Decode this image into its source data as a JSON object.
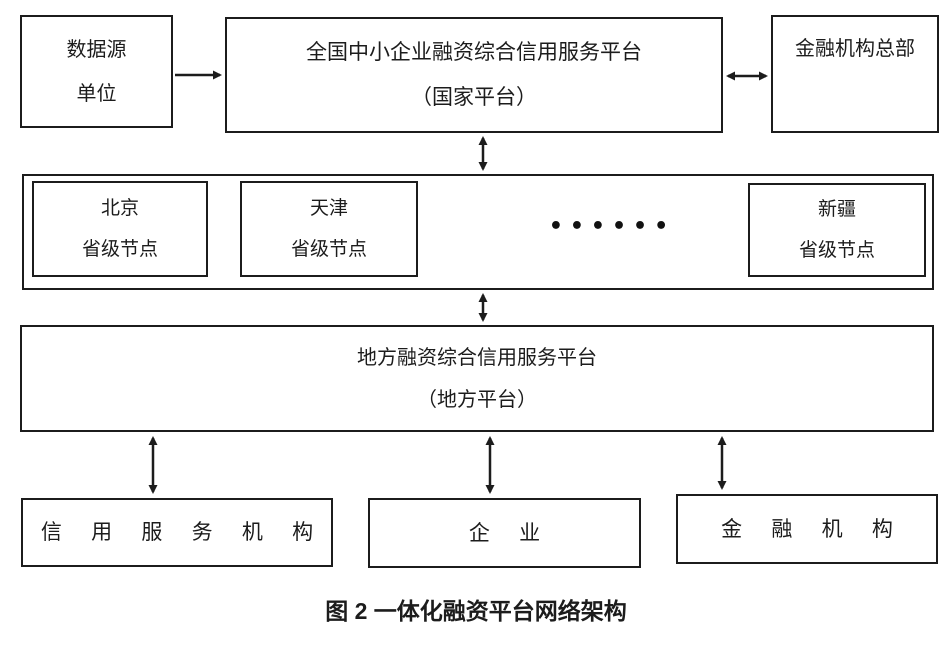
{
  "colors": {
    "line": "#1c1c1c",
    "background": "#ffffff"
  },
  "top_row": {
    "data_source": {
      "line1": "数据源",
      "line2": "单位"
    },
    "national_platform": {
      "line1": "全国中小企业融资综合信用服务平台",
      "line2": "（国家平台）"
    },
    "financial_hq": {
      "label": "金融机构总部"
    }
  },
  "province_row": {
    "beijing": {
      "line1": "北京",
      "line2": "省级节点"
    },
    "tianjin": {
      "line1": "天津",
      "line2": "省级节点"
    },
    "ellipsis": "••••••",
    "xinjiang": {
      "line1": "新疆",
      "line2": "省级节点"
    }
  },
  "local_platform": {
    "line1": "地方融资综合信用服务平台",
    "line2": "（地方平台）"
  },
  "bottom_row": {
    "credit_service_agencies": "信 用 服 务 机 构",
    "enterprises": "企 业",
    "financial_institutions": "金 融 机 构"
  },
  "caption": "图 2  一体化融资平台网络架构"
}
